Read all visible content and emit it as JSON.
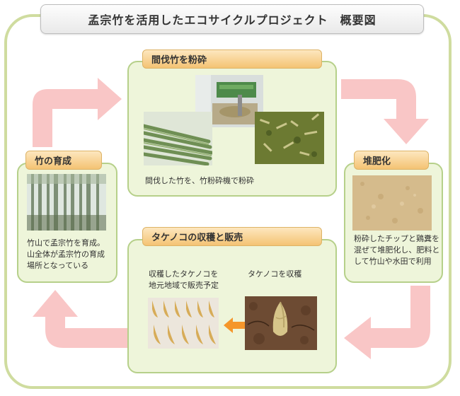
{
  "title": "孟宗竹を活用したエコサイクルプロジェクト　概要図",
  "steps": {
    "cut": {
      "label": "間伐竹を粉砕",
      "caption": "間伐した竹を、竹粉砕機で粉砕",
      "icon": "crushed-bamboo-photo"
    },
    "compost": {
      "label": "堆肥化",
      "caption_lines": [
        "粉砕したチップと鶏糞を",
        "混ぜて堆肥化し、肥料と",
        "して竹山や水田で利用"
      ],
      "icon": "compost-photo"
    },
    "harvest": {
      "label": "タケノコの収穫と販売",
      "sales_lines": [
        "収穫したタケノコを",
        "地元地域で販売予定"
      ],
      "harvest_caption": "タケノコを収穫",
      "icon": "bamboo-shoot-photo"
    },
    "grow": {
      "label": "竹の育成",
      "caption_lines": [
        "竹山で孟宗竹を育成。",
        "山全体が孟宗竹の育成",
        "場所となっている"
      ],
      "icon": "bamboo-forest-photo"
    }
  },
  "colors": {
    "panel_fill": "#eef5da",
    "panel_border": "#b6d08a",
    "label_gradient_top": "#fde7bf",
    "label_gradient_bottom": "#f4c373",
    "cycle_arrow": "#f9c6c6",
    "inner_arrow": "#f5962a"
  }
}
